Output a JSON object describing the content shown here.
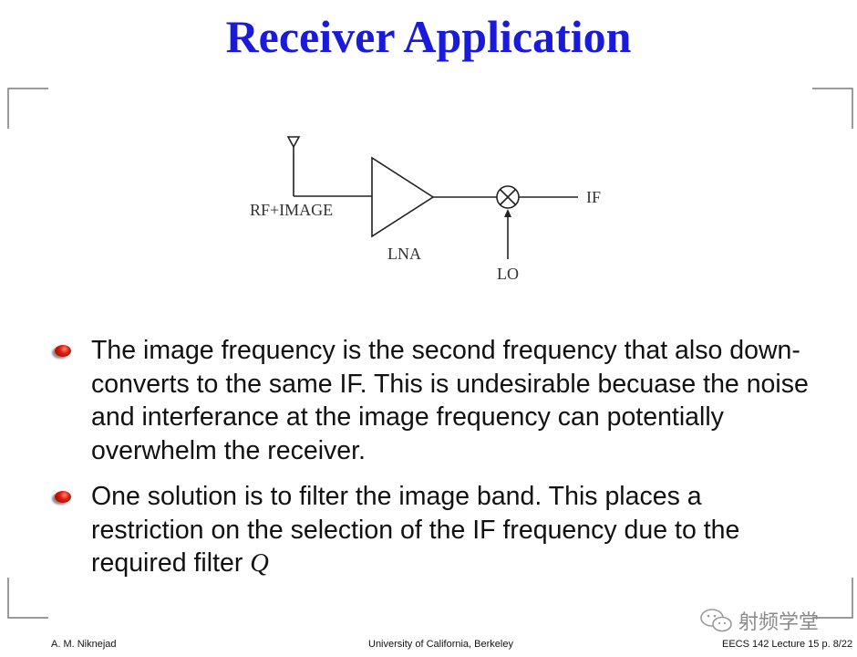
{
  "slide": {
    "title": "Receiver Application"
  },
  "diagram": {
    "input_label": "RF+IMAGE",
    "amplifier_label": "LNA",
    "output_label": "IF",
    "lo_label": "LO"
  },
  "bullets": [
    {
      "text": "The image frequency is the second frequency that also down-converts to the same IF. This is undesirable becuase the noise and interferance at the image frequency can potentially overwhelm the receiver."
    },
    {
      "text": "One solution is to filter the image band. This places a restriction on the selection of the IF frequency due to the required filter",
      "symbol": "Q"
    }
  ],
  "footer": {
    "author": "A. M. Niknejad",
    "institution": "University of California, Berkeley",
    "page": "EECS 142 Lecture 15 p. 8/22"
  },
  "watermark": {
    "text": "射频学堂",
    "icon": "wechat-icon"
  },
  "colors": {
    "title": "#1a1adb",
    "bullet": "#d01c10",
    "frame": "#7a7a7a"
  }
}
